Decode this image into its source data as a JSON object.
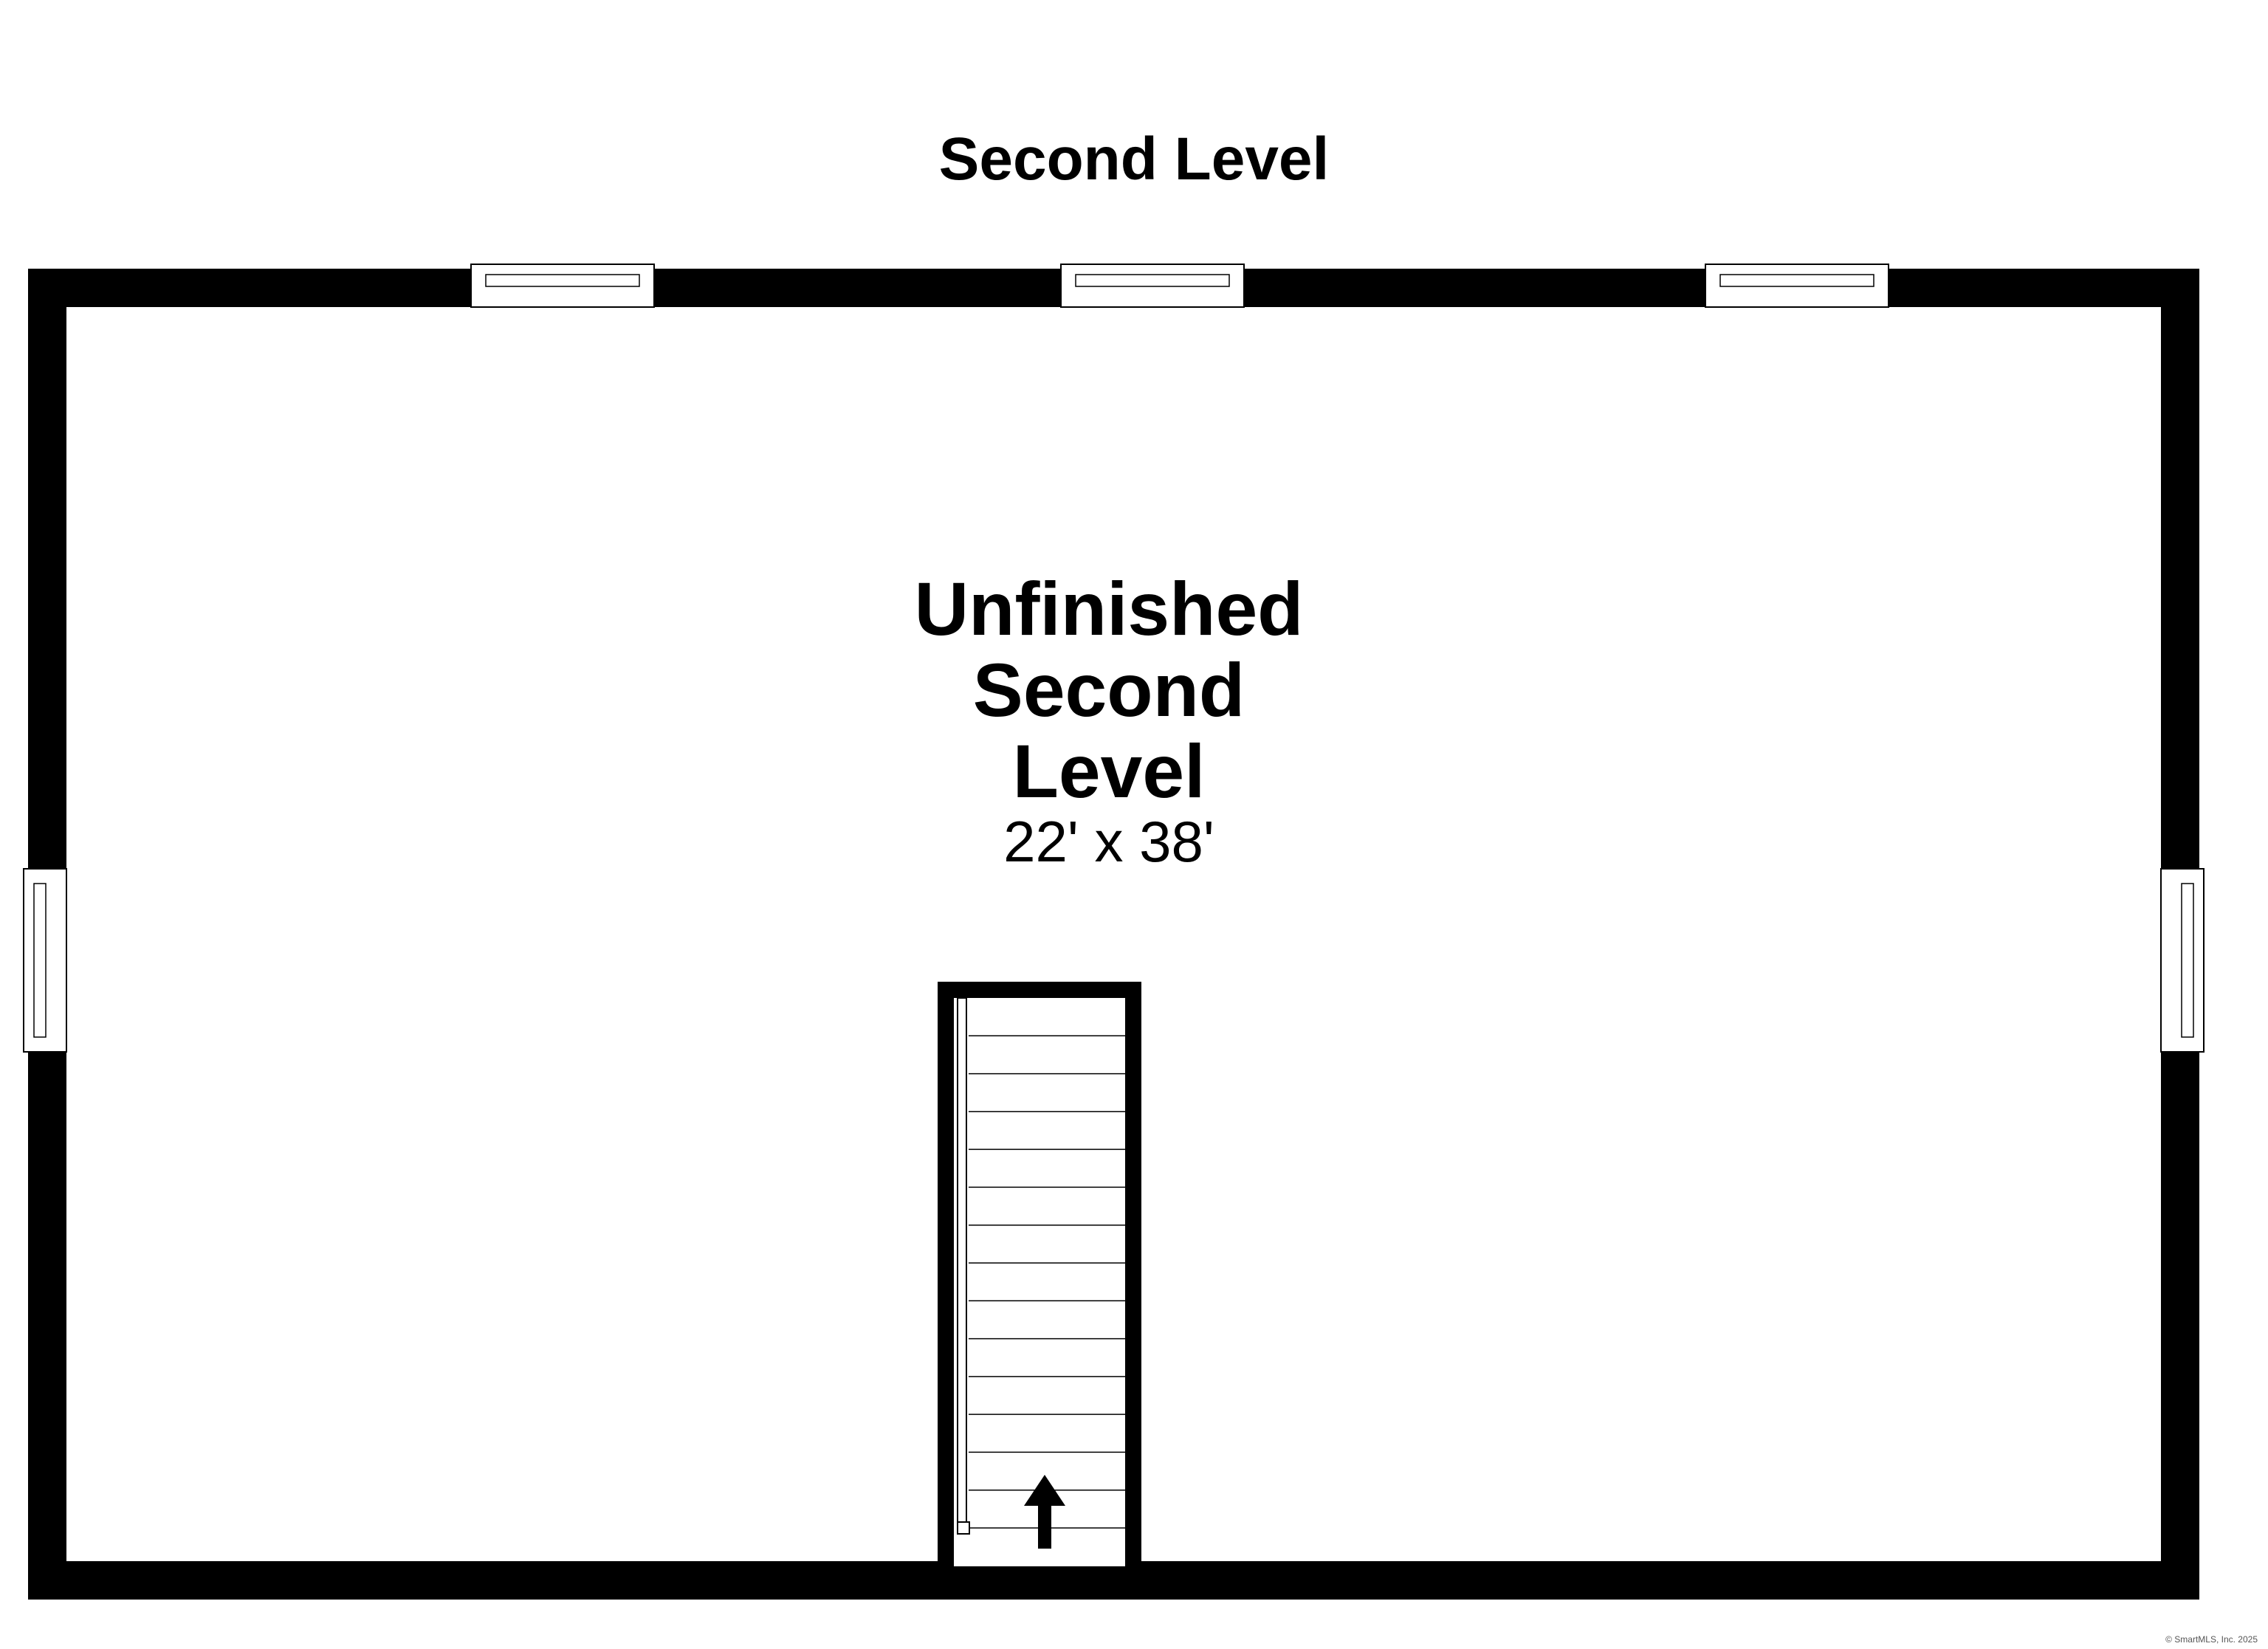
{
  "plan": {
    "title": "Second Level",
    "room": {
      "name_lines": [
        "Unfinished",
        "Second",
        "Level"
      ],
      "dimensions": "22' x 38'"
    },
    "copyright": "© SmartMLS, Inc. 2025",
    "stair_step_count": 14,
    "colors": {
      "wall": "#000000",
      "background": "#ffffff",
      "window_stroke": "#000000"
    }
  }
}
